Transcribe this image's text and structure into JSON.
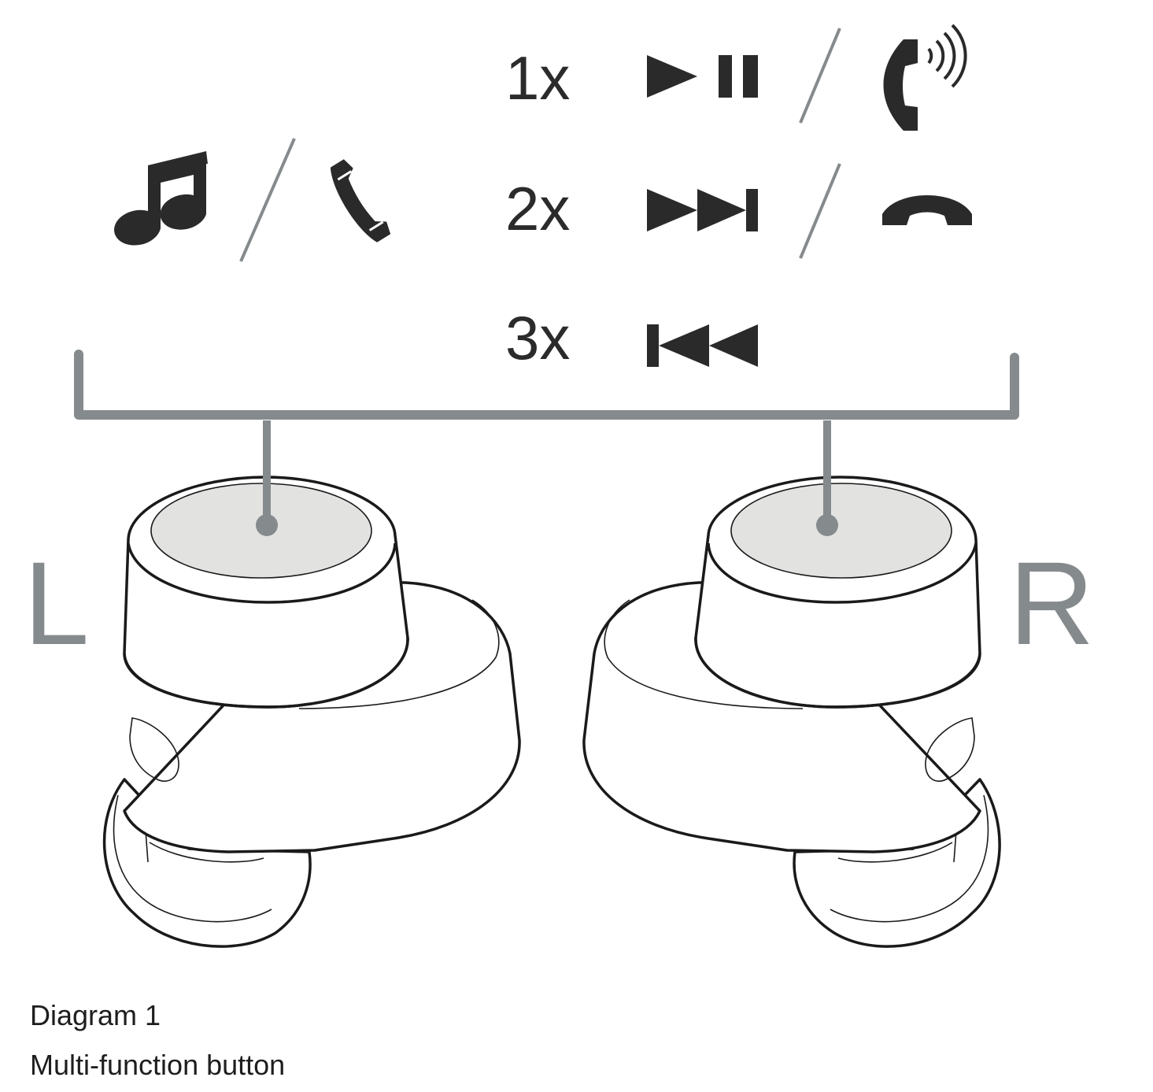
{
  "taps": [
    {
      "label": "1x",
      "media_icon": "play-pause-icon",
      "call_icon": "answer-call-icon"
    },
    {
      "label": "2x",
      "media_icon": "next-track-icon",
      "call_icon": "end-call-icon"
    },
    {
      "label": "3x",
      "media_icon": "previous-track-icon"
    }
  ],
  "mode_icons": [
    "music-note-icon",
    "phone-icon"
  ],
  "sides": {
    "left": "L",
    "right": "R"
  },
  "caption": {
    "title": "Diagram 1",
    "subtitle": "Multi-function button"
  },
  "colors": {
    "bracket": "#858a8c",
    "icons": "#2a2a2a",
    "touch_pad": "#e2e2e0"
  }
}
